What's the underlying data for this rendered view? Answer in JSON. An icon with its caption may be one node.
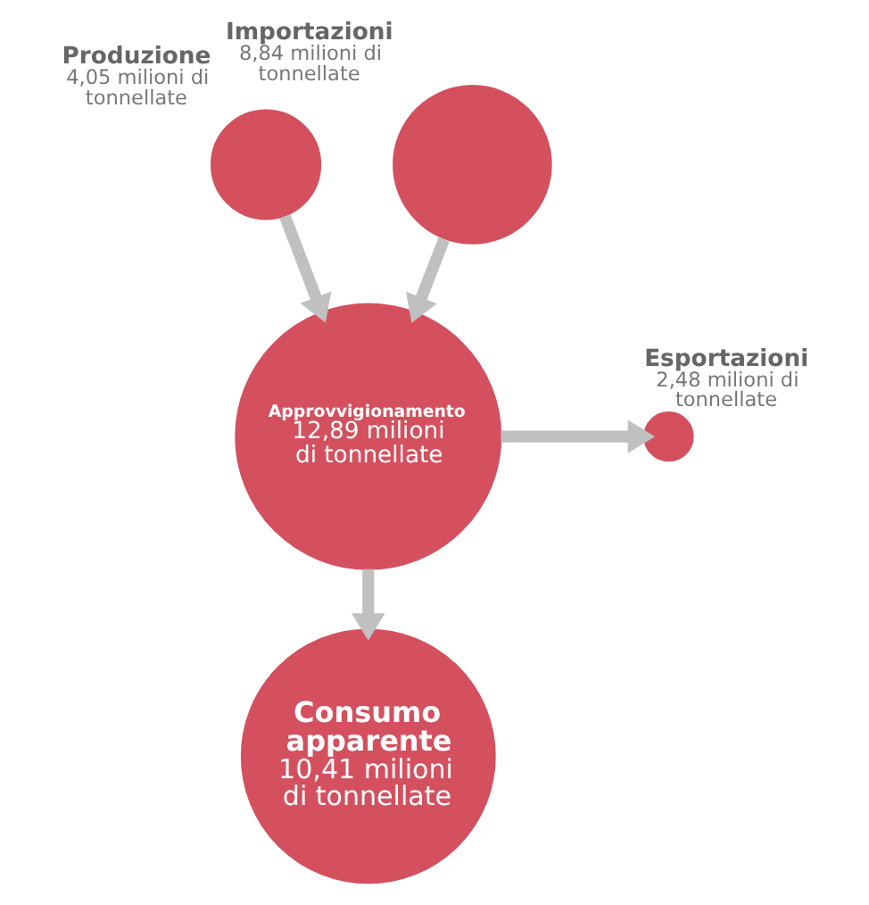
{
  "diagram": {
    "nodes": [
      {
        "text": [
          "Produzione",
          "4,05 milioni di tonnellate"
        ]
      },
      {
        "text": [
          "Importazioni",
          "8,84 milioni di tonnellate"
        ]
      },
      {
        "text": [
          "Approvvigionamento",
          "12,89 milioni di tonnellate"
        ]
      },
      {
        "text": [
          "Esportazioni",
          "2,48 milioni di tonnellate"
        ]
      },
      {
        "text": [
          "Consumo apparente",
          "10,41 milioni di tonnellate"
        ]
      }
    ],
    "edges": [
      {
        "from": 0,
        "to": 2,
        "arrow": "to"
      },
      {
        "from": 1,
        "to": 2,
        "arrow": "to"
      },
      {
        "from": 2,
        "to": 3,
        "arrow": "to"
      },
      {
        "from": 2,
        "to": 4,
        "arrow": "to"
      }
    ]
  }
}
